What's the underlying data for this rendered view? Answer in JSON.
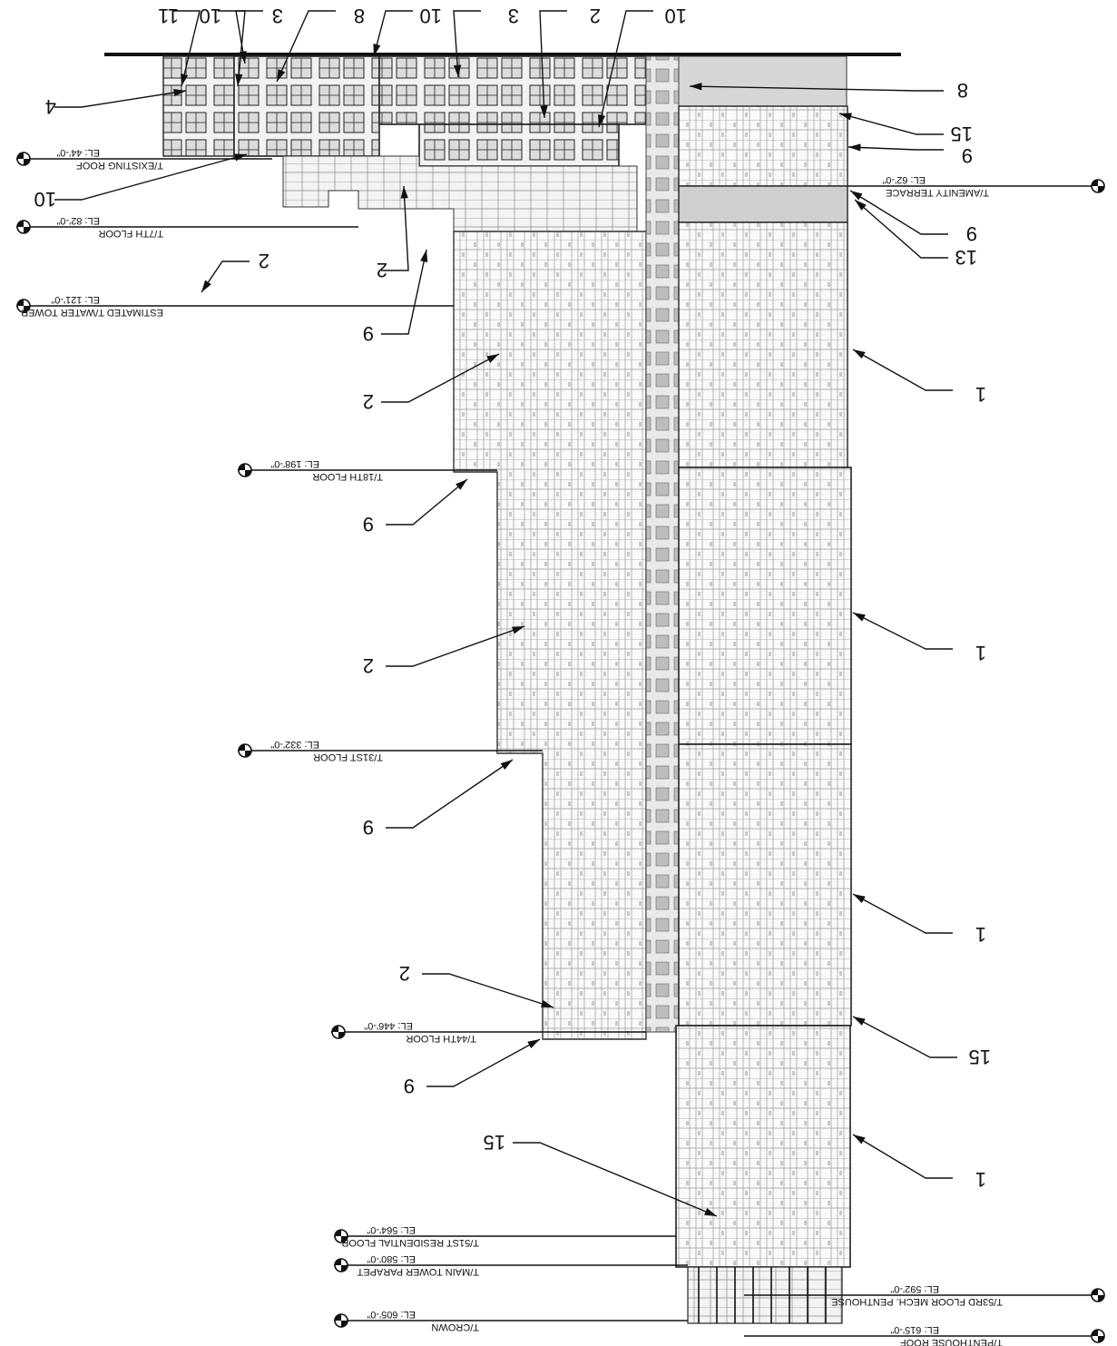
{
  "levels": [
    {
      "name": "T/EXISTING ROOF",
      "el": "EL: 44'-0\""
    },
    {
      "name": "T/7TH FLOOR",
      "el": "EL: 82'-0\""
    },
    {
      "name": "ESTIMATED T/WATER TOWER",
      "el": "EL: 121'-0\""
    },
    {
      "name": "T/18TH FLOOR",
      "el": "EL: 198'-0\""
    },
    {
      "name": "T/31ST FLOOR",
      "el": "EL: 332'-0\""
    },
    {
      "name": "T/44TH FLOOR",
      "el": "EL: 446'-0\""
    },
    {
      "name": "T/51ST RESIDENTIAL FLOOR",
      "el": "EL: 564'-0\""
    },
    {
      "name": "T/MAIN TOWER PARAPET",
      "el": "EL: 580'-0\""
    },
    {
      "name": "T/CROWN",
      "el": "EL: 605'-0\""
    },
    {
      "name": "T/AMENITY TERRACE",
      "el": "EL: 62'-0\""
    },
    {
      "name": "T/53RD FLOOR MECH. PENTHOUSE",
      "el": "EL: 592'-0\""
    },
    {
      "name": "T/PENTHOUSE ROOF",
      "el": "EL: 615'-0\""
    }
  ],
  "tags": [
    "11",
    "10",
    "3",
    "8",
    "10",
    "3",
    "2",
    "10",
    "4",
    "10",
    "2",
    "8",
    "15",
    "9",
    "9",
    "13",
    "2",
    "9",
    "2",
    "1",
    "9",
    "2",
    "1",
    "9",
    "1",
    "2",
    "15",
    "9",
    "15",
    "1"
  ]
}
